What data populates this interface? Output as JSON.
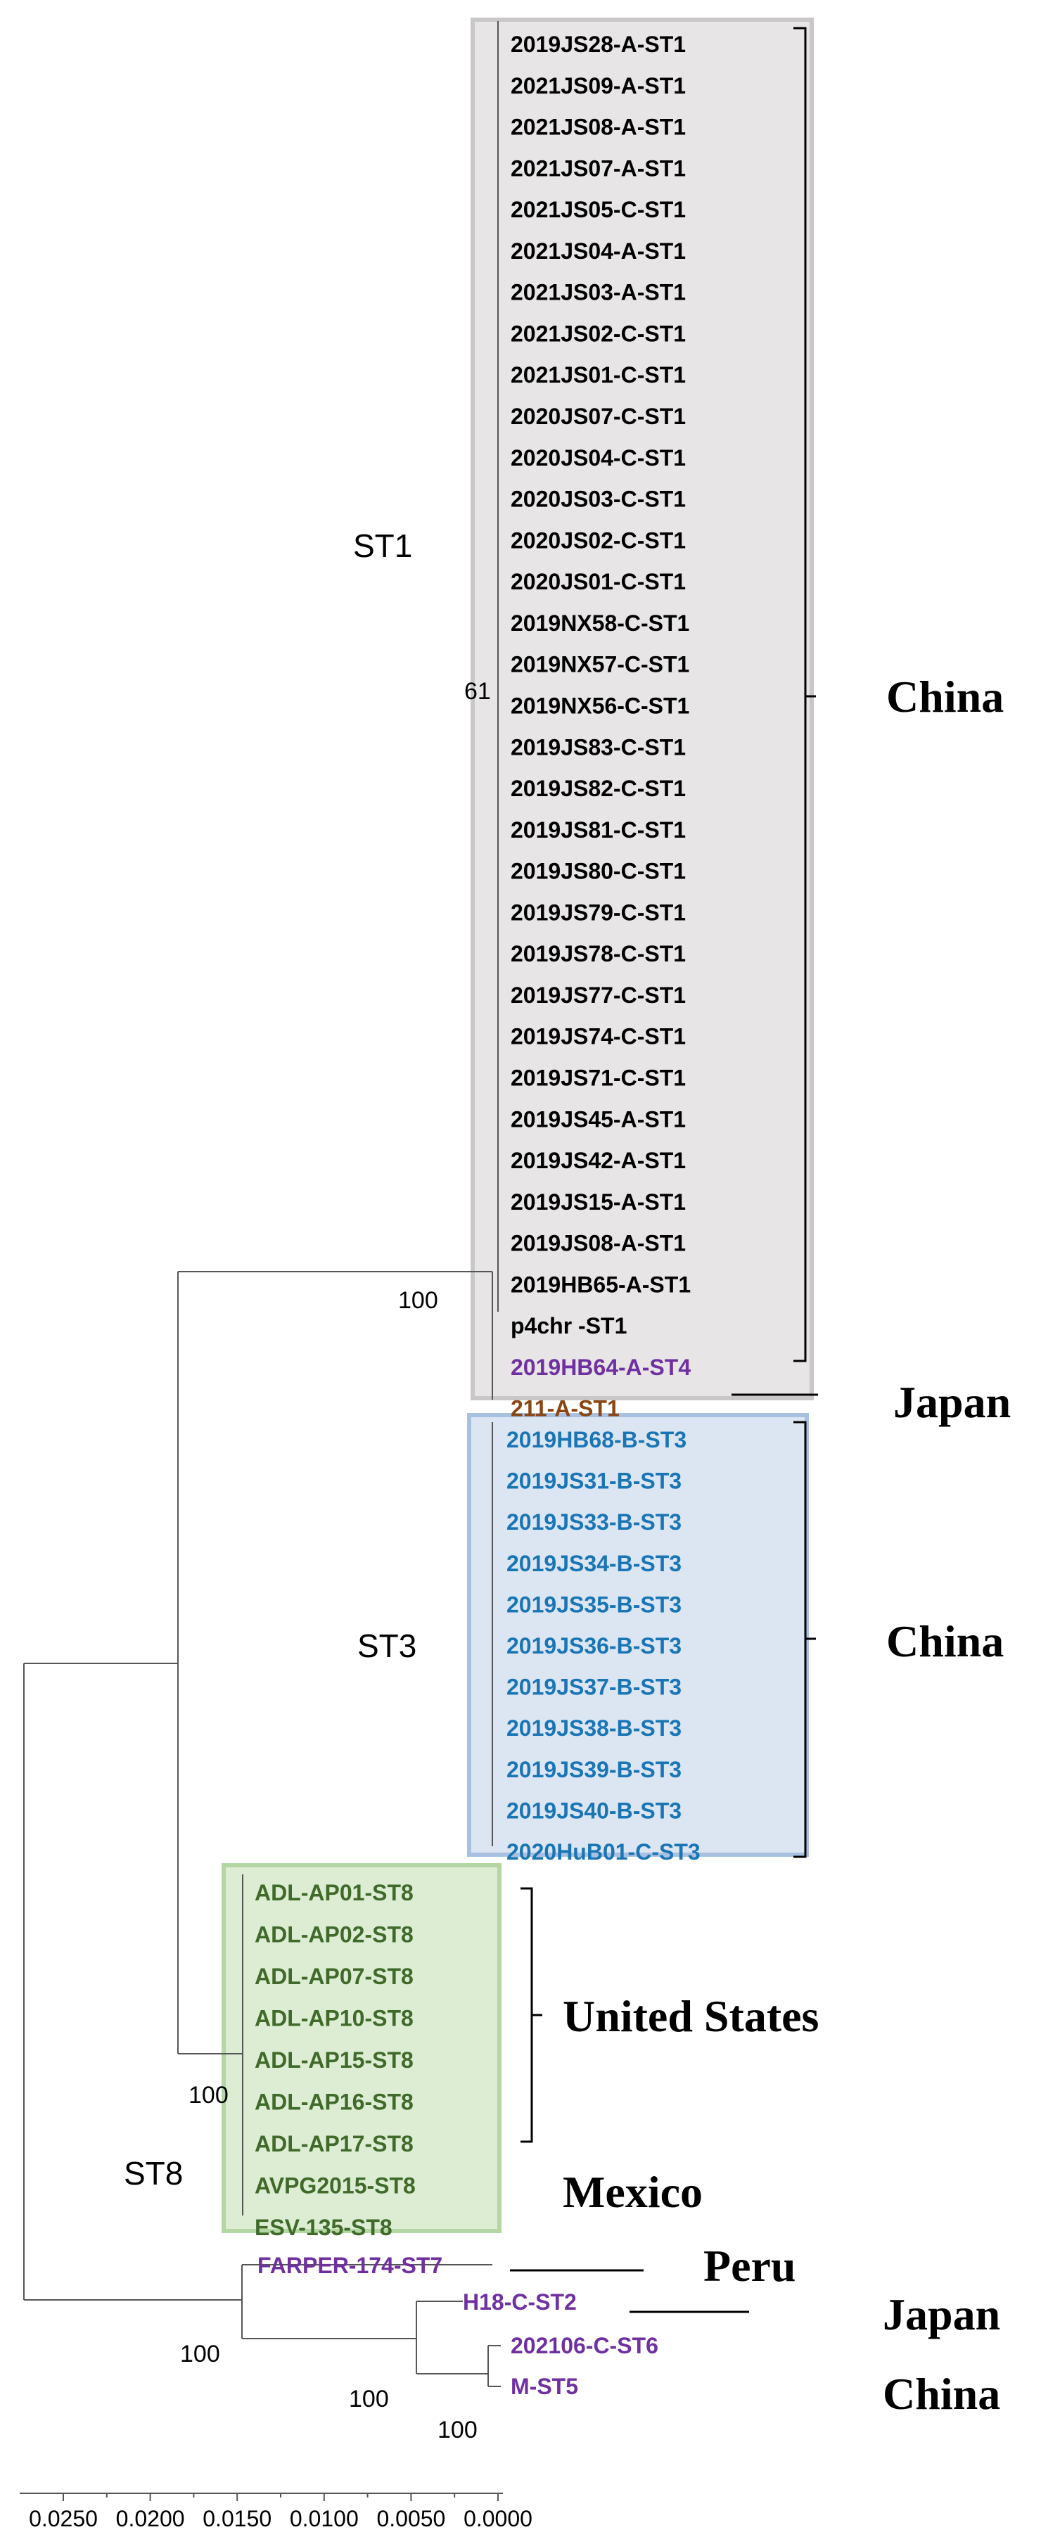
{
  "colors": {
    "st1": "#000000",
    "st4": "#7030a0",
    "japan_st1": "#8b4513",
    "st3": "#1a75b5",
    "st8": "#3f6a2a",
    "other": "#7030a0",
    "st1_box_fill": "#e7e5e6",
    "st1_box_stroke": "#c9c7c8",
    "st3_box_fill": "#dce6f3",
    "st3_box_stroke": "#a9c1e0",
    "st8_box_fill": "#dcedd3",
    "st8_box_stroke": "#b3d6a2"
  },
  "clade_labels": {
    "st1": "ST1",
    "st3": "ST3",
    "st8": "ST8"
  },
  "bootstrap": {
    "st1_inner": "61",
    "st1_st3": "100",
    "st8": "100",
    "outgroup": "100",
    "st6_st5_st2": "100",
    "st6_st5": "100"
  },
  "regions": {
    "china_1": "China",
    "japan_1": "Japan",
    "china_2": "China",
    "us": "United States",
    "mexico": "Mexico",
    "peru": "Peru",
    "japan_2": "Japan",
    "china_3": "China"
  },
  "leaves": {
    "st1": [
      "2019JS28-A-ST1",
      "2021JS09-A-ST1",
      "2021JS08-A-ST1",
      "2021JS07-A-ST1",
      "2021JS05-C-ST1",
      "2021JS04-A-ST1",
      "2021JS03-A-ST1",
      "2021JS02-C-ST1",
      "2021JS01-C-ST1",
      "2020JS07-C-ST1",
      "2020JS04-C-ST1",
      "2020JS03-C-ST1",
      "2020JS02-C-ST1",
      "2020JS01-C-ST1",
      "2019NX58-C-ST1",
      "2019NX57-C-ST1",
      "2019NX56-C-ST1",
      "2019JS83-C-ST1",
      "2019JS82-C-ST1",
      "2019JS81-C-ST1",
      "2019JS80-C-ST1",
      "2019JS79-C-ST1",
      "2019JS78-C-ST1",
      "2019JS77-C-ST1",
      "2019JS74-C-ST1",
      "2019JS71-C-ST1",
      "2019JS45-A-ST1",
      "2019JS42-A-ST1",
      "2019JS15-A-ST1",
      "2019JS08-A-ST1",
      "2019HB65-A-ST1",
      "p4chr -ST1"
    ],
    "st4": "2019HB64-A-ST4",
    "japan_st1": "211-A-ST1",
    "st3": [
      "2019HB68-B-ST3",
      "2019JS31-B-ST3",
      "2019JS33-B-ST3",
      "2019JS34-B-ST3",
      "2019JS35-B-ST3",
      "2019JS36-B-ST3",
      "2019JS37-B-ST3",
      "2019JS38-B-ST3",
      "2019JS39-B-ST3",
      "2019JS40-B-ST3",
      "2020HuB01-C-ST3"
    ],
    "st8": [
      "ADL-AP01-ST8",
      "ADL-AP02-ST8",
      "ADL-AP07-ST8",
      "ADL-AP10-ST8",
      "ADL-AP15-ST8",
      "ADL-AP16-ST8",
      "ADL-AP17-ST8",
      "AVPG2015-ST8",
      "ESV-135-ST8"
    ],
    "st7": "FARPER-174-ST7",
    "st2": "H18-C-ST2",
    "st6": "202106-C-ST6",
    "st5": "M-ST5"
  },
  "scale": {
    "ticks": [
      "0.0250",
      "0.0200",
      "0.0150",
      "0.0100",
      "0.0050",
      "0.0000"
    ]
  }
}
